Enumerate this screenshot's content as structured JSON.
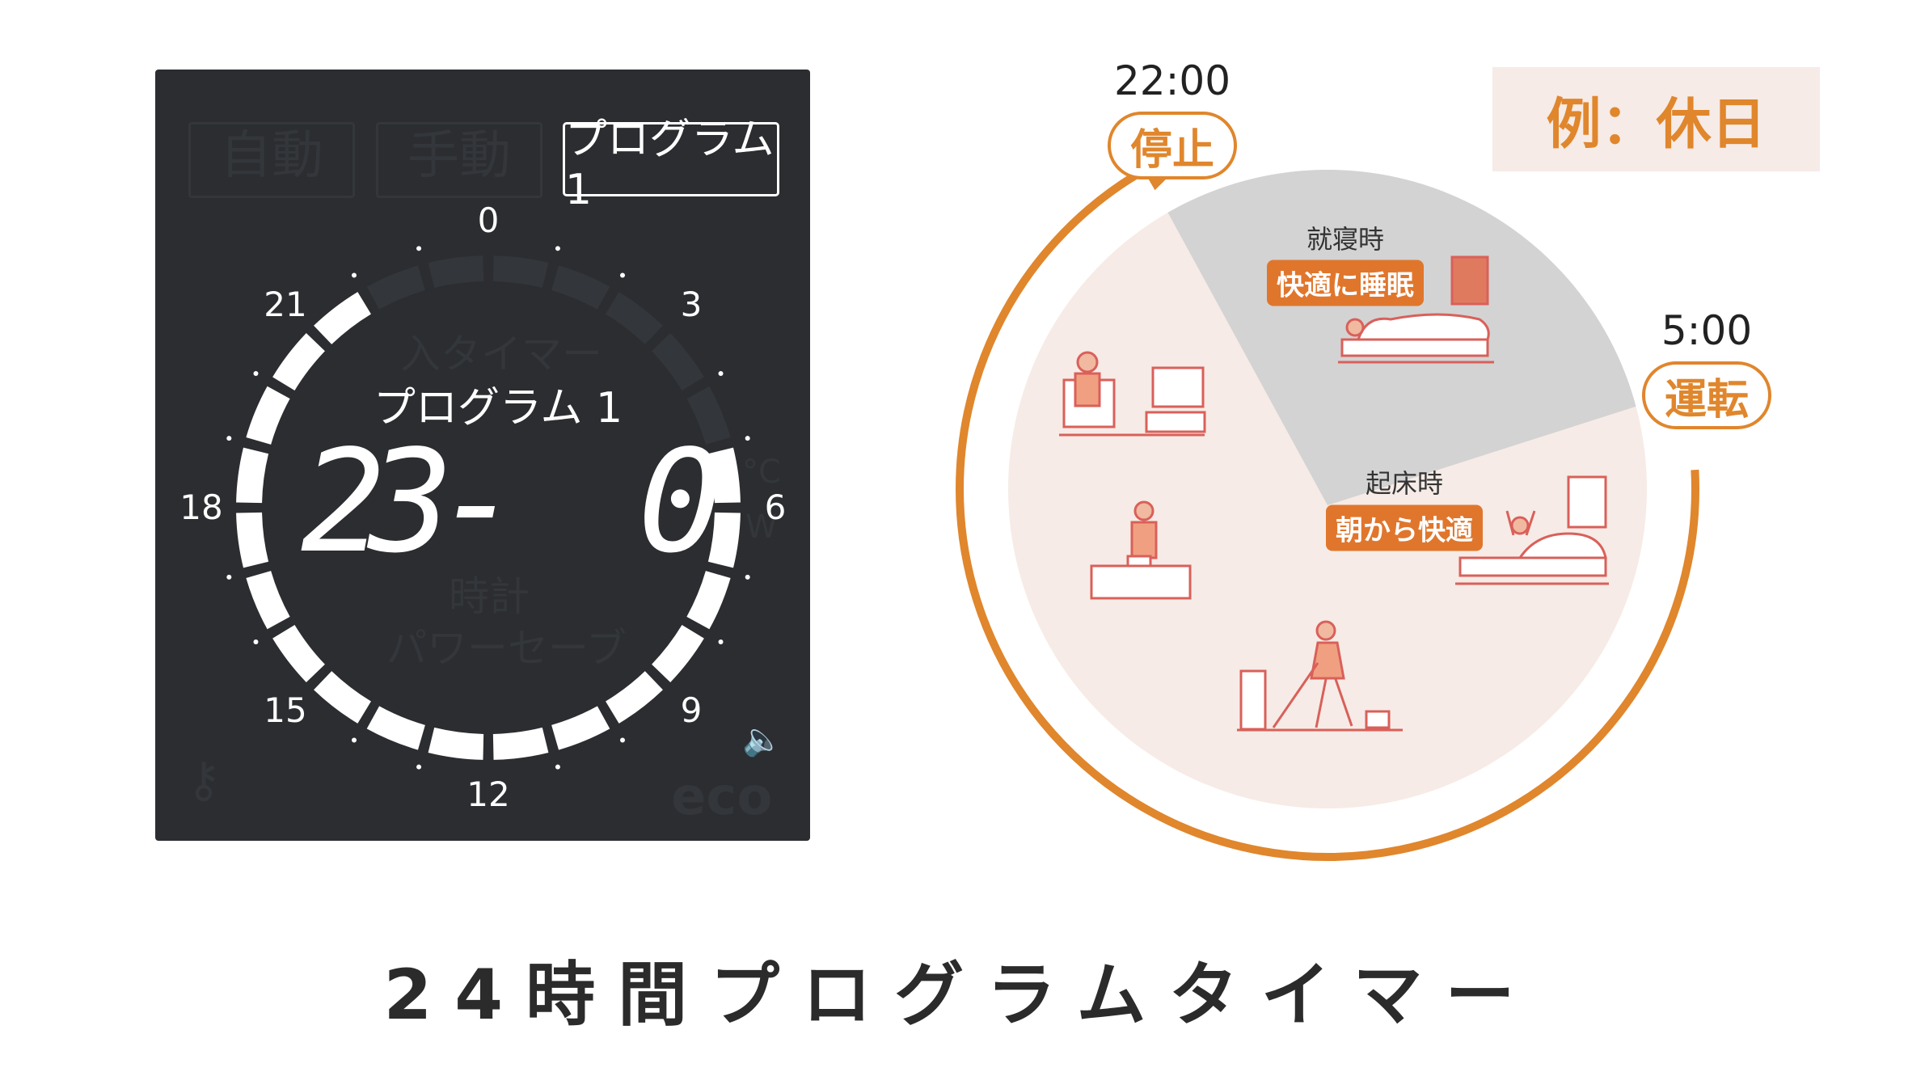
{
  "panel": {
    "mode_buttons": [
      {
        "label": "自動",
        "active": false
      },
      {
        "label": "手動",
        "active": false
      },
      {
        "label": "プログラム 1",
        "active": true
      }
    ],
    "program_label": "プログラム 1",
    "time_display": "23-  0",
    "ghost_labels": {
      "timer": "入タイマー",
      "clock": "時計",
      "power_save": "パワーセーブ",
      "eco": "eco",
      "celsius": "°C",
      "watt": "W"
    },
    "dial_labels": [
      "0",
      "3",
      "6",
      "9",
      "12",
      "15",
      "18",
      "21"
    ],
    "active_hours": {
      "start": 5,
      "end": 22
    },
    "icons": [
      "key-icon",
      "sound-icon"
    ]
  },
  "schedule": {
    "stop": {
      "time": "22:00",
      "label": "停止"
    },
    "run": {
      "time": "5:00",
      "label": "運転"
    },
    "example_label": "例：休日",
    "sleep": {
      "caption": "就寝時",
      "tag": "快適に睡眠"
    },
    "wake": {
      "caption": "起床時",
      "tag": "朝から快適"
    },
    "colors": {
      "accent": "#e0862c",
      "tag": "#e0762c",
      "pie": "#f6ebe6",
      "night": "#d3d3d3",
      "example_bg": "#f6ebe6"
    }
  },
  "title": "24時間プログラムタイマー"
}
